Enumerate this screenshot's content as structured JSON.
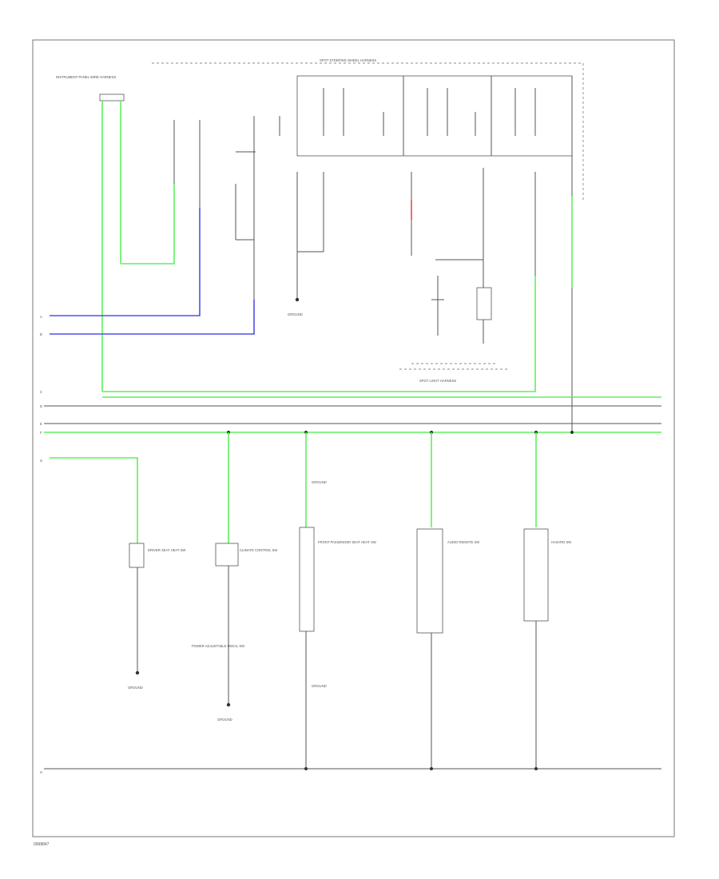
{
  "footer": {
    "code": "0998847"
  },
  "labels": {
    "harness_top": "SPOT STEERING WHEEL HARNESS",
    "spot_light_harness": "SPOT LIGHT HARNESS",
    "instrument_panel_harness": "INSTRUMENT PANEL WIRE HARNESS",
    "ground_g1": "GROUND",
    "ground_g2": "GROUND",
    "c_ground1": "GROUND",
    "c_ground2": "GROUND",
    "ground_spot": "GROUND",
    "sw_driver_seat": "DRIVER SEAT HEAT SW",
    "sw_climate": "CLIMATE CONTROL SW",
    "sw_power": "POWER ADJUSTABLE PEDAL SW",
    "sw_front_pass": "FRONT PASSENGER SEAT HEAT SW",
    "sw_audio": "AUDIO REMOTE SW",
    "sw_hazard": "HAZARD SW"
  },
  "row_markers": [
    "A",
    "B",
    "C",
    "D",
    "E",
    "F",
    "G",
    "H"
  ]
}
